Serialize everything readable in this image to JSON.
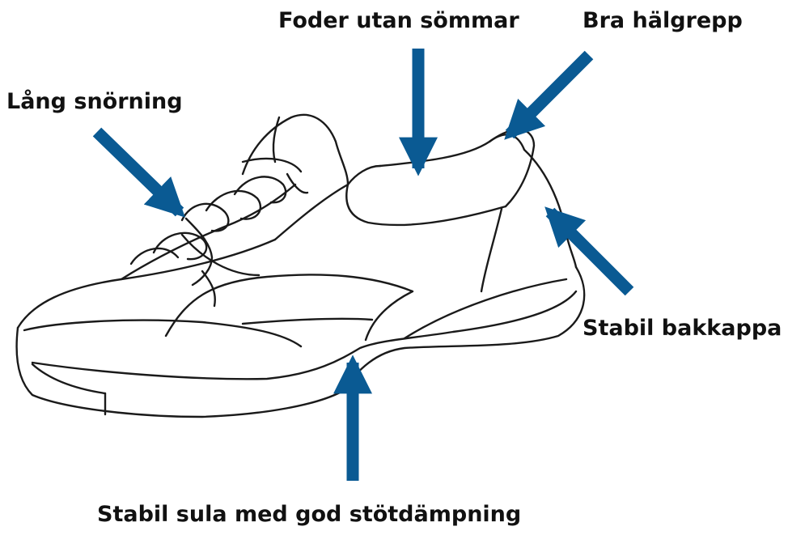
{
  "labels": {
    "lacing": "Lång snörning",
    "lining": "Foder utan sömmar",
    "heel_grip": "Bra hälgrepp",
    "heel_counter": "Stabil bakkappa",
    "sole": "Stabil sula med god stötdämpning"
  },
  "colors": {
    "arrow": "#0a5a93",
    "outline": "#1a1a1a",
    "background": "#ffffff"
  },
  "illustration": "shoe-line-drawing"
}
